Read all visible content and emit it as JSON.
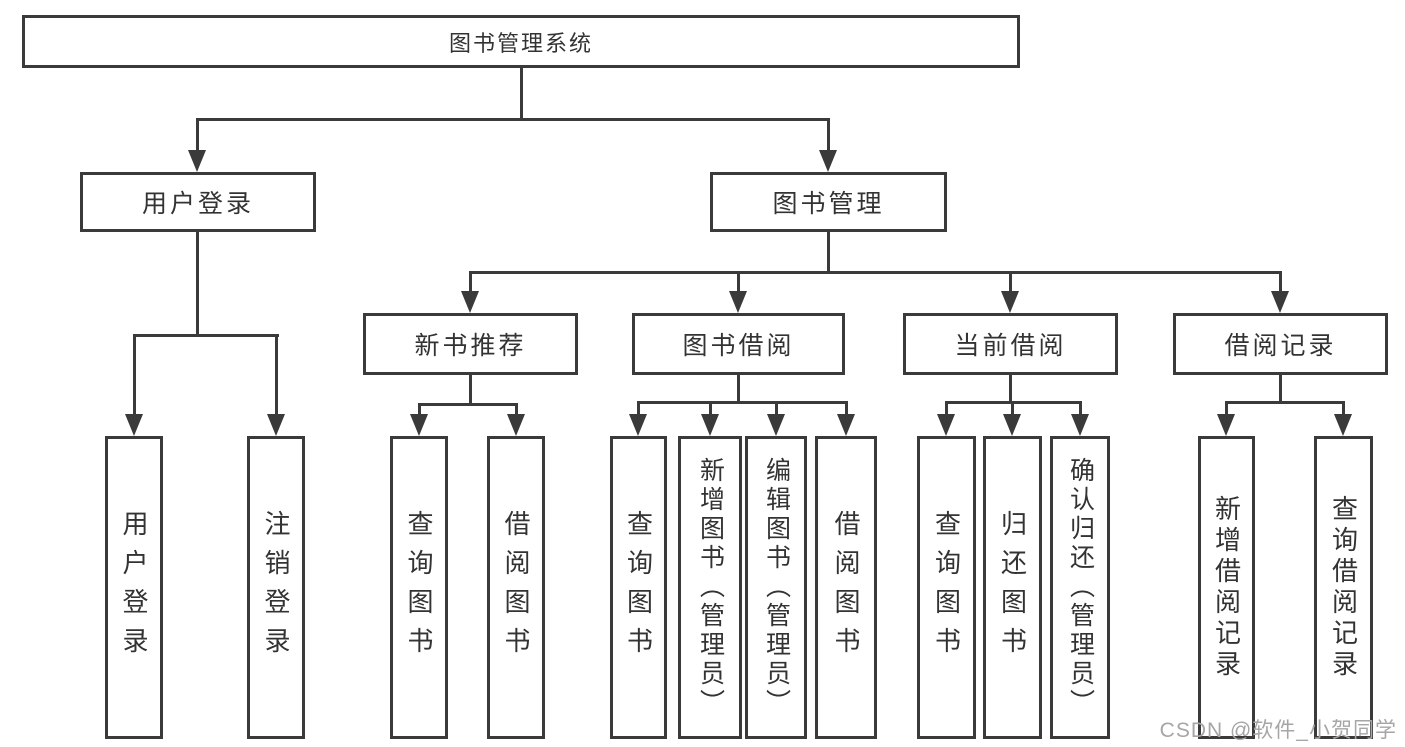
{
  "tree": {
    "root": "图书管理系统",
    "user": {
      "label": "用户登录",
      "children": [
        "用户登录",
        "注销登录"
      ]
    },
    "book": {
      "label": "图书管理",
      "modules": [
        {
          "label": "新书推荐",
          "children": [
            "查询图书",
            "借阅图书"
          ]
        },
        {
          "label": "图书借阅",
          "children": [
            "查询图书",
            "新增图书（管理员）",
            "编辑图书（管理员）",
            "借阅图书"
          ]
        },
        {
          "label": "当前借阅",
          "children": [
            "查询图书",
            "归还图书",
            "确认归还（管理员）"
          ]
        },
        {
          "label": "借阅记录",
          "children": [
            "新增借阅记录",
            "查询借阅记录"
          ]
        }
      ]
    }
  },
  "watermark": "CSDN @软件_小贺同学",
  "colors": {
    "line": "#3a3a3a",
    "text": "#333333",
    "watermark": "#a6a6a6",
    "background": "#ffffff"
  }
}
